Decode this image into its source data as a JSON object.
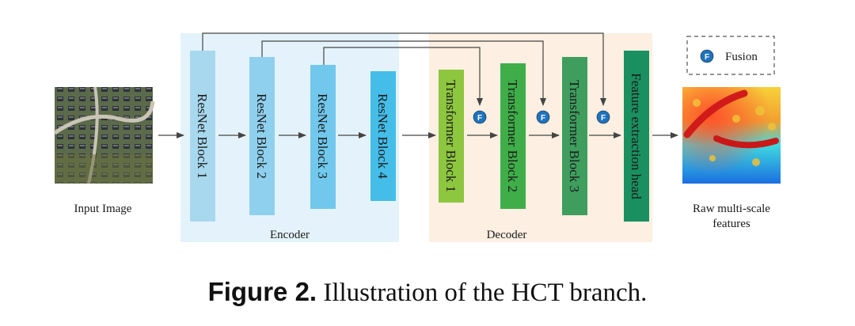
{
  "diagram": {
    "input_label": "Input Image",
    "output_label_line1": "Raw multi-scale",
    "output_label_line2": "features",
    "encoder_label": "Encoder",
    "decoder_label": "Decoder",
    "blocks": {
      "resnet1": "ResNet Block 1",
      "resnet2": "ResNet Block 2",
      "resnet3": "ResNet Block 3",
      "resnet4": "ResNet Block 4",
      "transformer1": "Transformer Block 1",
      "transformer2": "Transformer Block 2",
      "transformer3": "Transformer Block 3",
      "head": "Feature extraction head"
    },
    "fusion_symbol": "F",
    "legend_label": "Fusion",
    "colors": {
      "encoder_bg": "#e4f3fb",
      "decoder_bg": "#fdefe1",
      "resnet1": "#a8d8ee",
      "resnet2": "#8fd0ee",
      "resnet3": "#71c8ec",
      "resnet4": "#44bde8",
      "transformer1": "#8dc63f",
      "transformer2": "#3fae49",
      "transformer3": "#3f9e5e",
      "head": "#1a9060",
      "fusion": "#1e73be"
    }
  },
  "caption": {
    "figure": "Figure 2.",
    "text": "Illustration of the HCT branch."
  }
}
